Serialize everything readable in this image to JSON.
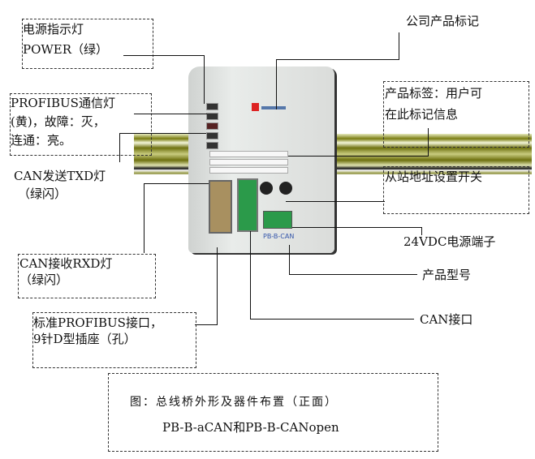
{
  "labels": {
    "power_line1": "电源指示灯",
    "power_line2": "POWER（绿）",
    "profibus_line1": "PROFIBUS通信灯",
    "profibus_line2": "(黄)，故障：灭，",
    "profibus_line3": "连通：亮。",
    "txd_line1": "CAN发送TXD灯",
    "txd_line2": "（绿闪）",
    "rxd_line1": "CAN接收RXD灯",
    "rxd_line2": "（绿闪）",
    "dsub_line1": "标准PROFIBUS接口，",
    "dsub_line2": "9针D型插座（孔）",
    "company_mark": "公司产品标记",
    "tag_line1": "产品标签：用户可",
    "tag_line2": "在此标记信息",
    "address_switch": "从站地址设置开关",
    "power_terminal": "24VDC电源端子",
    "model": "产品型号",
    "can_port": "CAN接口"
  },
  "caption": {
    "line1": "图：总线桥外形及器件布置（正面）",
    "line2": "PB-B-aCAN和PB-B-CANopen"
  },
  "device": {
    "model_text": "PB-B-CAN"
  }
}
